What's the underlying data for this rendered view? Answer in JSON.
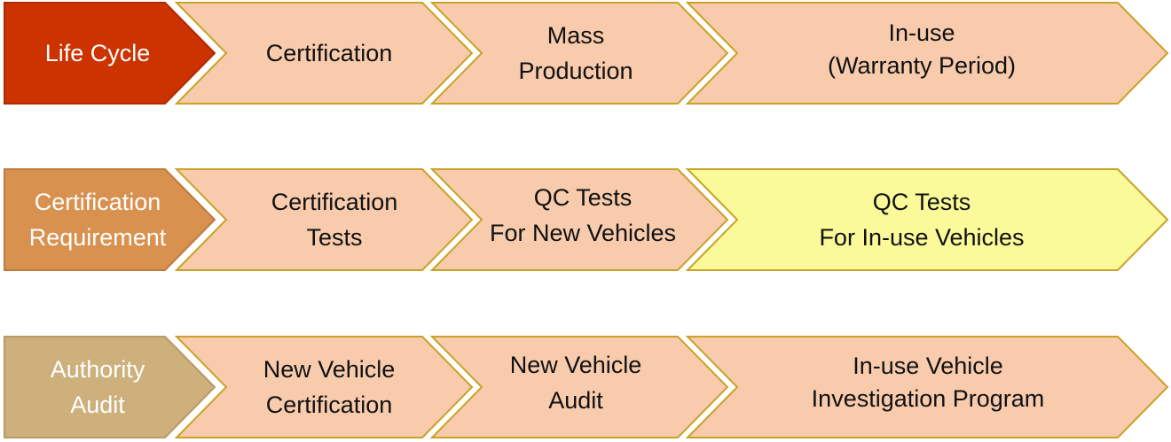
{
  "colors": {
    "life_cycle_fill": "#cc3300",
    "life_cycle_stroke": "#b02a00",
    "certification_requirement_fill": "#d99150",
    "certification_requirement_stroke": "#c07a3c",
    "authority_audit_fill": "#cdb07c",
    "authority_audit_stroke": "#b89a66",
    "stage_fill": "#f8cbad",
    "highlight_fill": "#fafa9a",
    "stage_stroke": "#c9a227"
  },
  "rows": [
    {
      "header": {
        "lines": [
          "Life Cycle"
        ]
      },
      "cells": [
        {
          "lines": [
            "Certification"
          ]
        },
        {
          "lines": [
            "Mass",
            "Production"
          ]
        },
        {
          "lines": [
            "In-use",
            "(Warranty Period)"
          ]
        }
      ]
    },
    {
      "header": {
        "lines": [
          "Certification",
          "Requirement"
        ]
      },
      "cells": [
        {
          "lines": [
            "Certification",
            "Tests"
          ]
        },
        {
          "lines": [
            "QC Tests",
            "For New Vehicles"
          ]
        },
        {
          "lines": [
            "QC Tests",
            "For In-use Vehicles"
          ]
        }
      ]
    },
    {
      "header": {
        "lines": [
          "Authority",
          "Audit"
        ]
      },
      "cells": [
        {
          "lines": [
            "New Vehicle",
            "Certification"
          ]
        },
        {
          "lines": [
            "New Vehicle",
            "Audit"
          ]
        },
        {
          "lines": [
            "In-use Vehicle",
            "Investigation Program"
          ]
        }
      ]
    }
  ]
}
